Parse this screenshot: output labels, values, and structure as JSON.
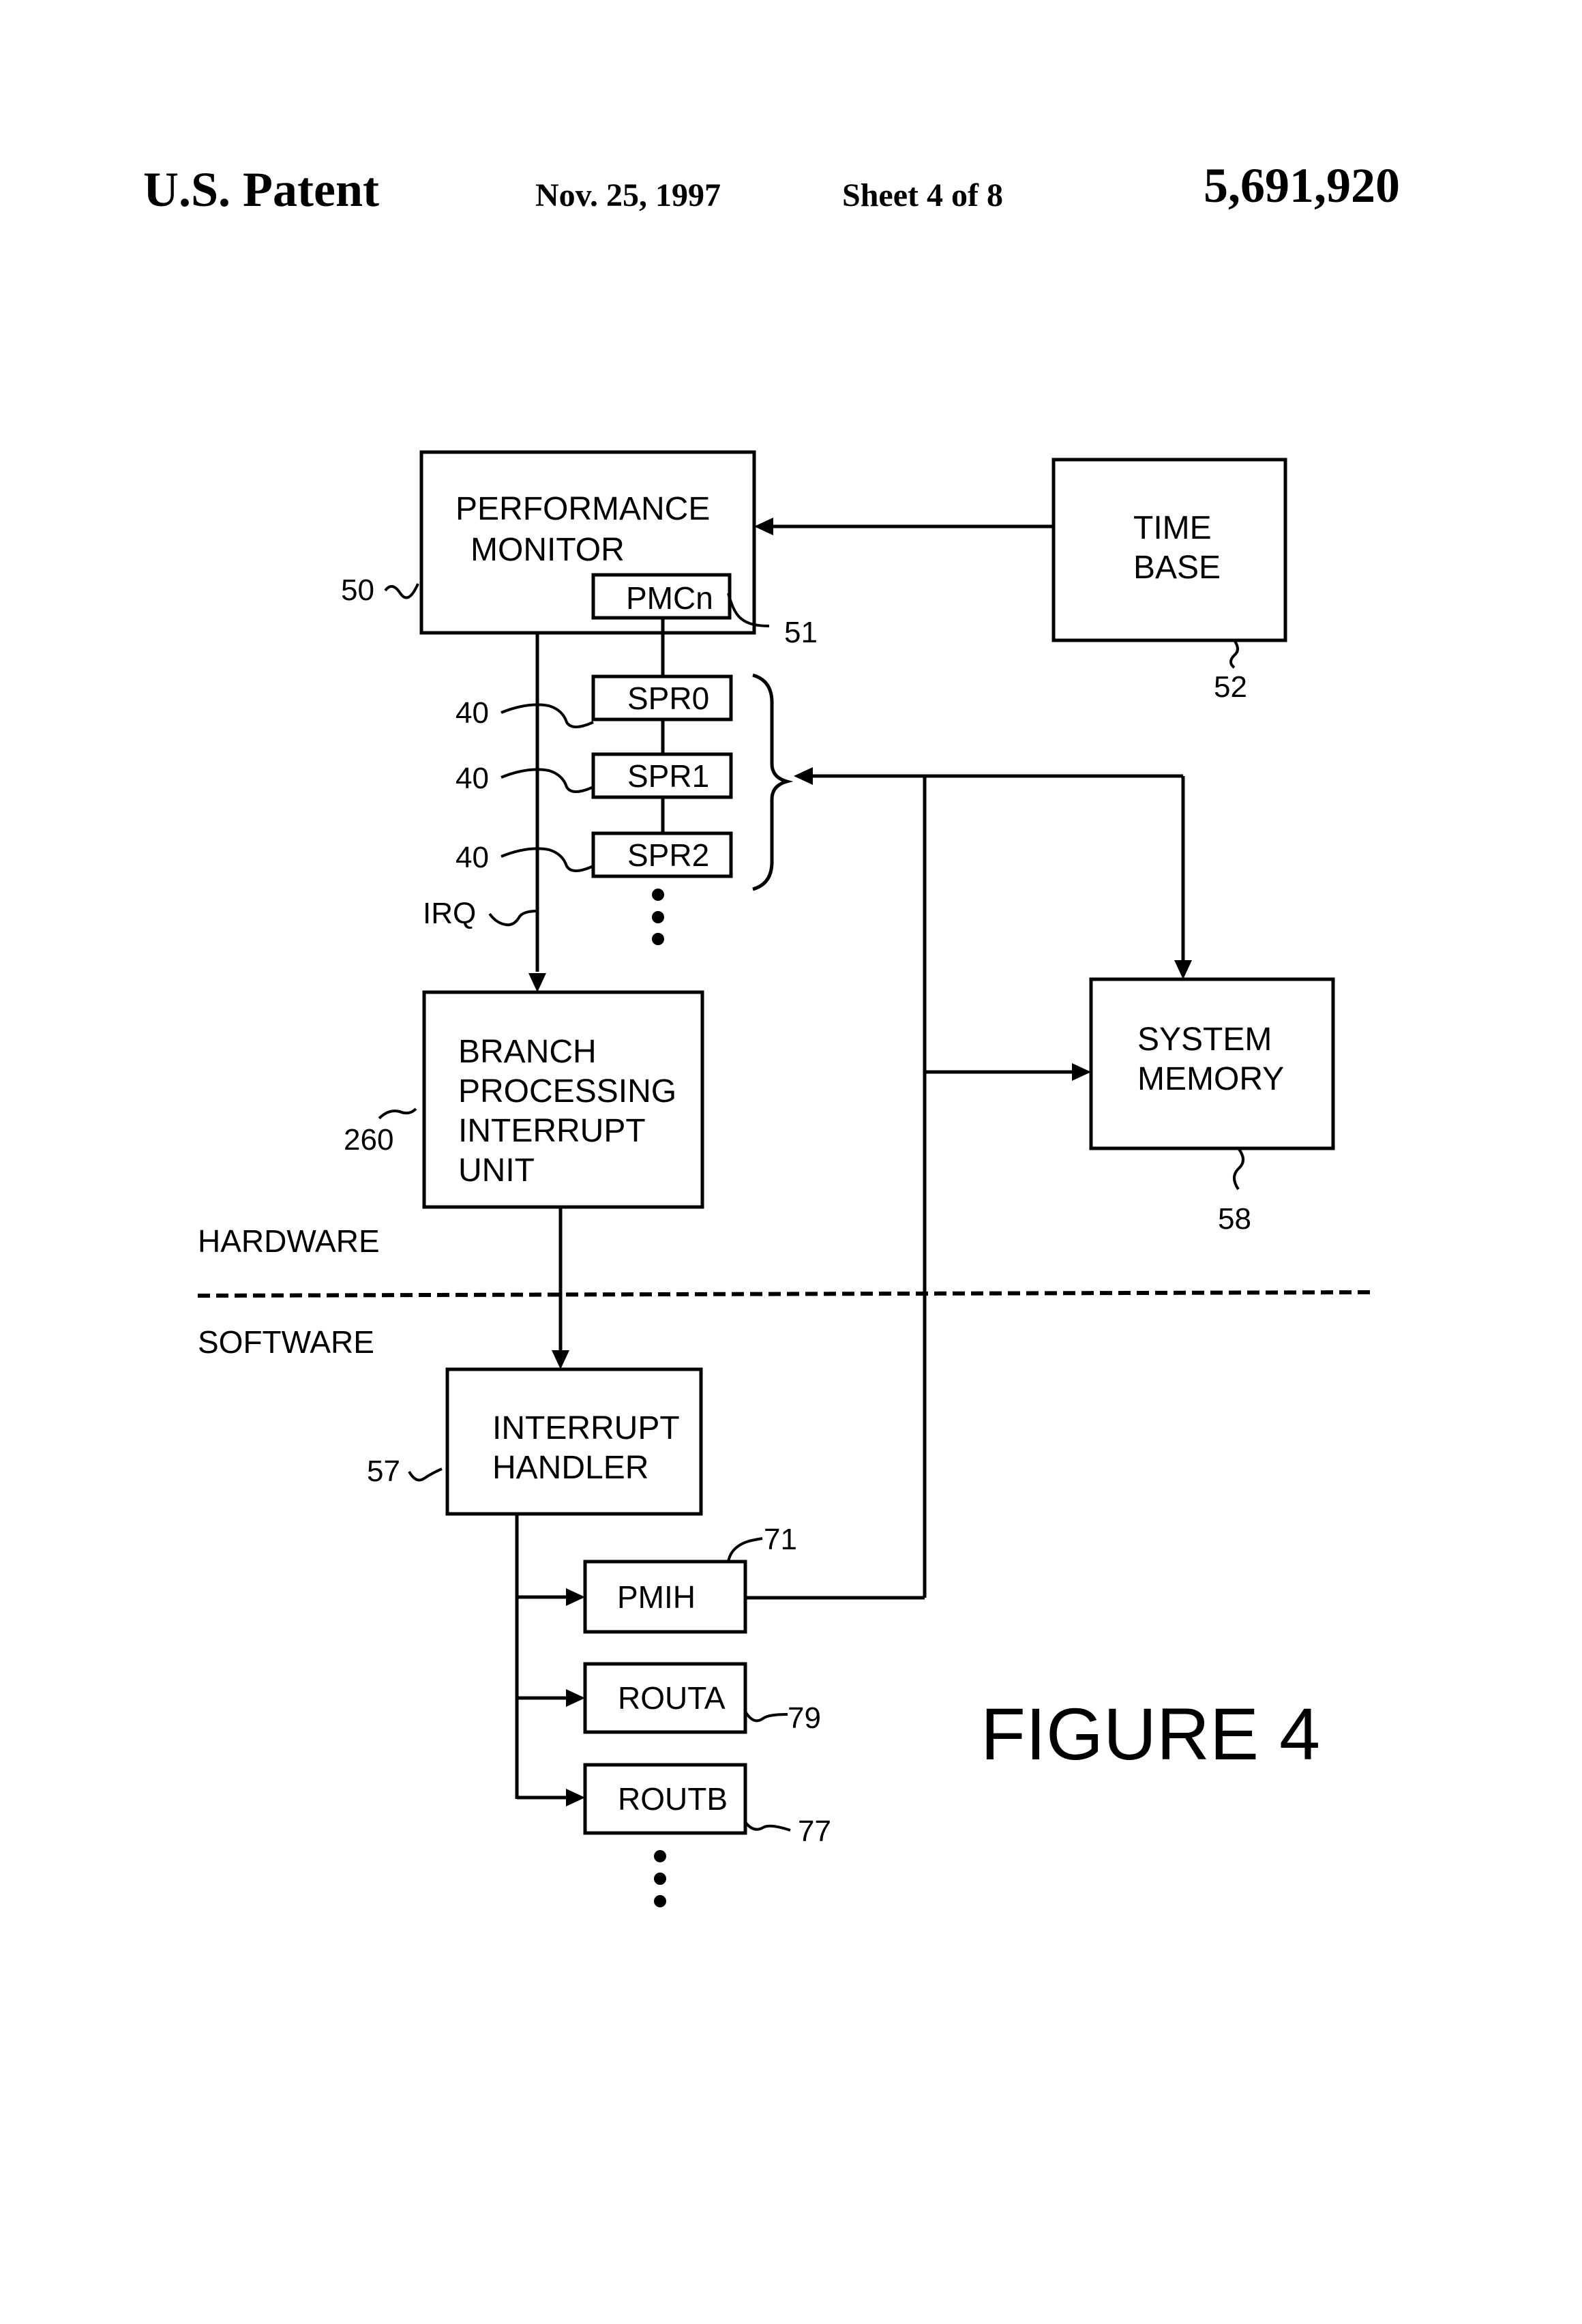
{
  "header": {
    "publication": "U.S. Patent",
    "date": "Nov. 25, 1997",
    "sheet": "Sheet 4 of 8",
    "patent_number": "5,691,920"
  },
  "blocks": {
    "performance_monitor": [
      "PERFORMANCE",
      "MONITOR"
    ],
    "pmc": "PMCn",
    "time_base": [
      "TIME",
      "BASE"
    ],
    "spr0": "SPR0",
    "spr1": "SPR1",
    "spr2": "SPR2",
    "branch_unit": [
      "BRANCH",
      "PROCESSING",
      "INTERRUPT",
      "UNIT"
    ],
    "system_memory": [
      "SYSTEM",
      "MEMORY"
    ],
    "interrupt_handler": [
      "INTERRUPT",
      "HANDLER"
    ],
    "pmih": "PMIH",
    "routa": "ROUTA",
    "routb": "ROUTB"
  },
  "refs": {
    "pm": "50",
    "pmc": "51",
    "time_base": "52",
    "spr0": "40",
    "spr1": "40",
    "spr2": "40",
    "irq": "IRQ",
    "branch": "260",
    "system_memory": "58",
    "handler": "57",
    "pmih": "71",
    "routa": "79",
    "routb": "77"
  },
  "regions": {
    "hardware": "HARDWARE",
    "software": "SOFTWARE"
  },
  "figure_label": "FIGURE 4"
}
